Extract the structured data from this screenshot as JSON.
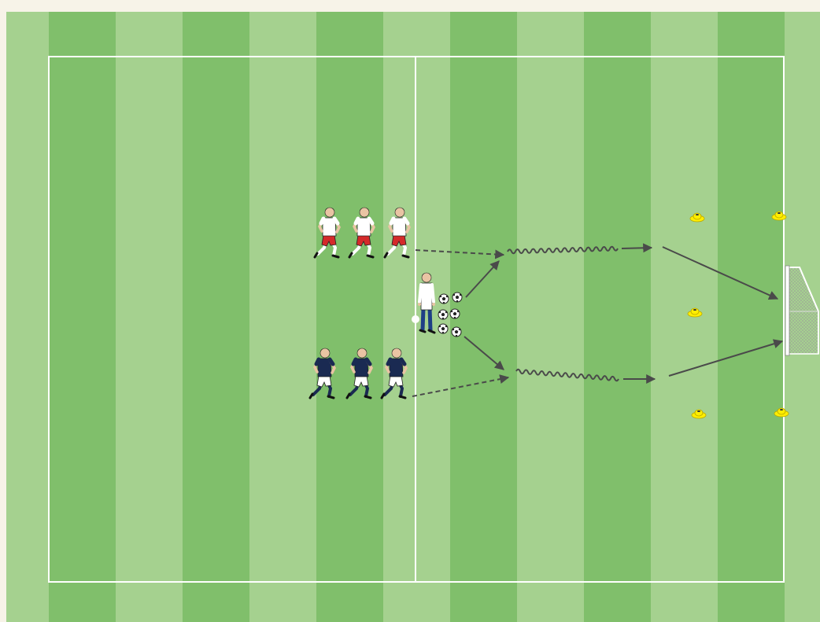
{
  "pitch": {
    "stripe_colors": [
      "#a5d18f",
      "#80bf6b"
    ],
    "line_color": "#ffffff",
    "border_color": "#f7f3e8"
  },
  "players": [
    {
      "team": "red",
      "role": "attacker"
    },
    {
      "team": "red",
      "role": "attacker"
    },
    {
      "team": "red",
      "role": "attacker"
    },
    {
      "team": "navy",
      "role": "attacker"
    },
    {
      "team": "navy",
      "role": "attacker"
    },
    {
      "team": "navy",
      "role": "attacker"
    },
    {
      "team": "coach",
      "role": "server"
    }
  ],
  "balls": {
    "count": 6,
    "icon": "soccer-ball-icon"
  },
  "cones": {
    "count": 5,
    "color": "#ffee00",
    "icon": "cone-icon"
  },
  "goal": {
    "icon": "goal-icon"
  },
  "movements": [
    {
      "kind": "run",
      "style": "dashed",
      "from_team": "red"
    },
    {
      "kind": "pass",
      "style": "solid",
      "from_team": "coach"
    },
    {
      "kind": "dribble",
      "style": "wavy"
    },
    {
      "kind": "shot",
      "style": "solid"
    },
    {
      "kind": "run",
      "style": "dashed",
      "from_team": "navy"
    },
    {
      "kind": "pass",
      "style": "solid",
      "from_team": "coach"
    },
    {
      "kind": "dribble",
      "style": "wavy"
    },
    {
      "kind": "shot",
      "style": "solid"
    }
  ],
  "colors": {
    "red_shirt": "#ffffff",
    "red_shorts": "#d42a2a",
    "navy_shirt": "#1a2a52",
    "navy_shorts": "#ffffff",
    "coach_shirt": "#ffffff",
    "coach_pants": "#1e3f86",
    "arrow": "#4a4a4a"
  }
}
